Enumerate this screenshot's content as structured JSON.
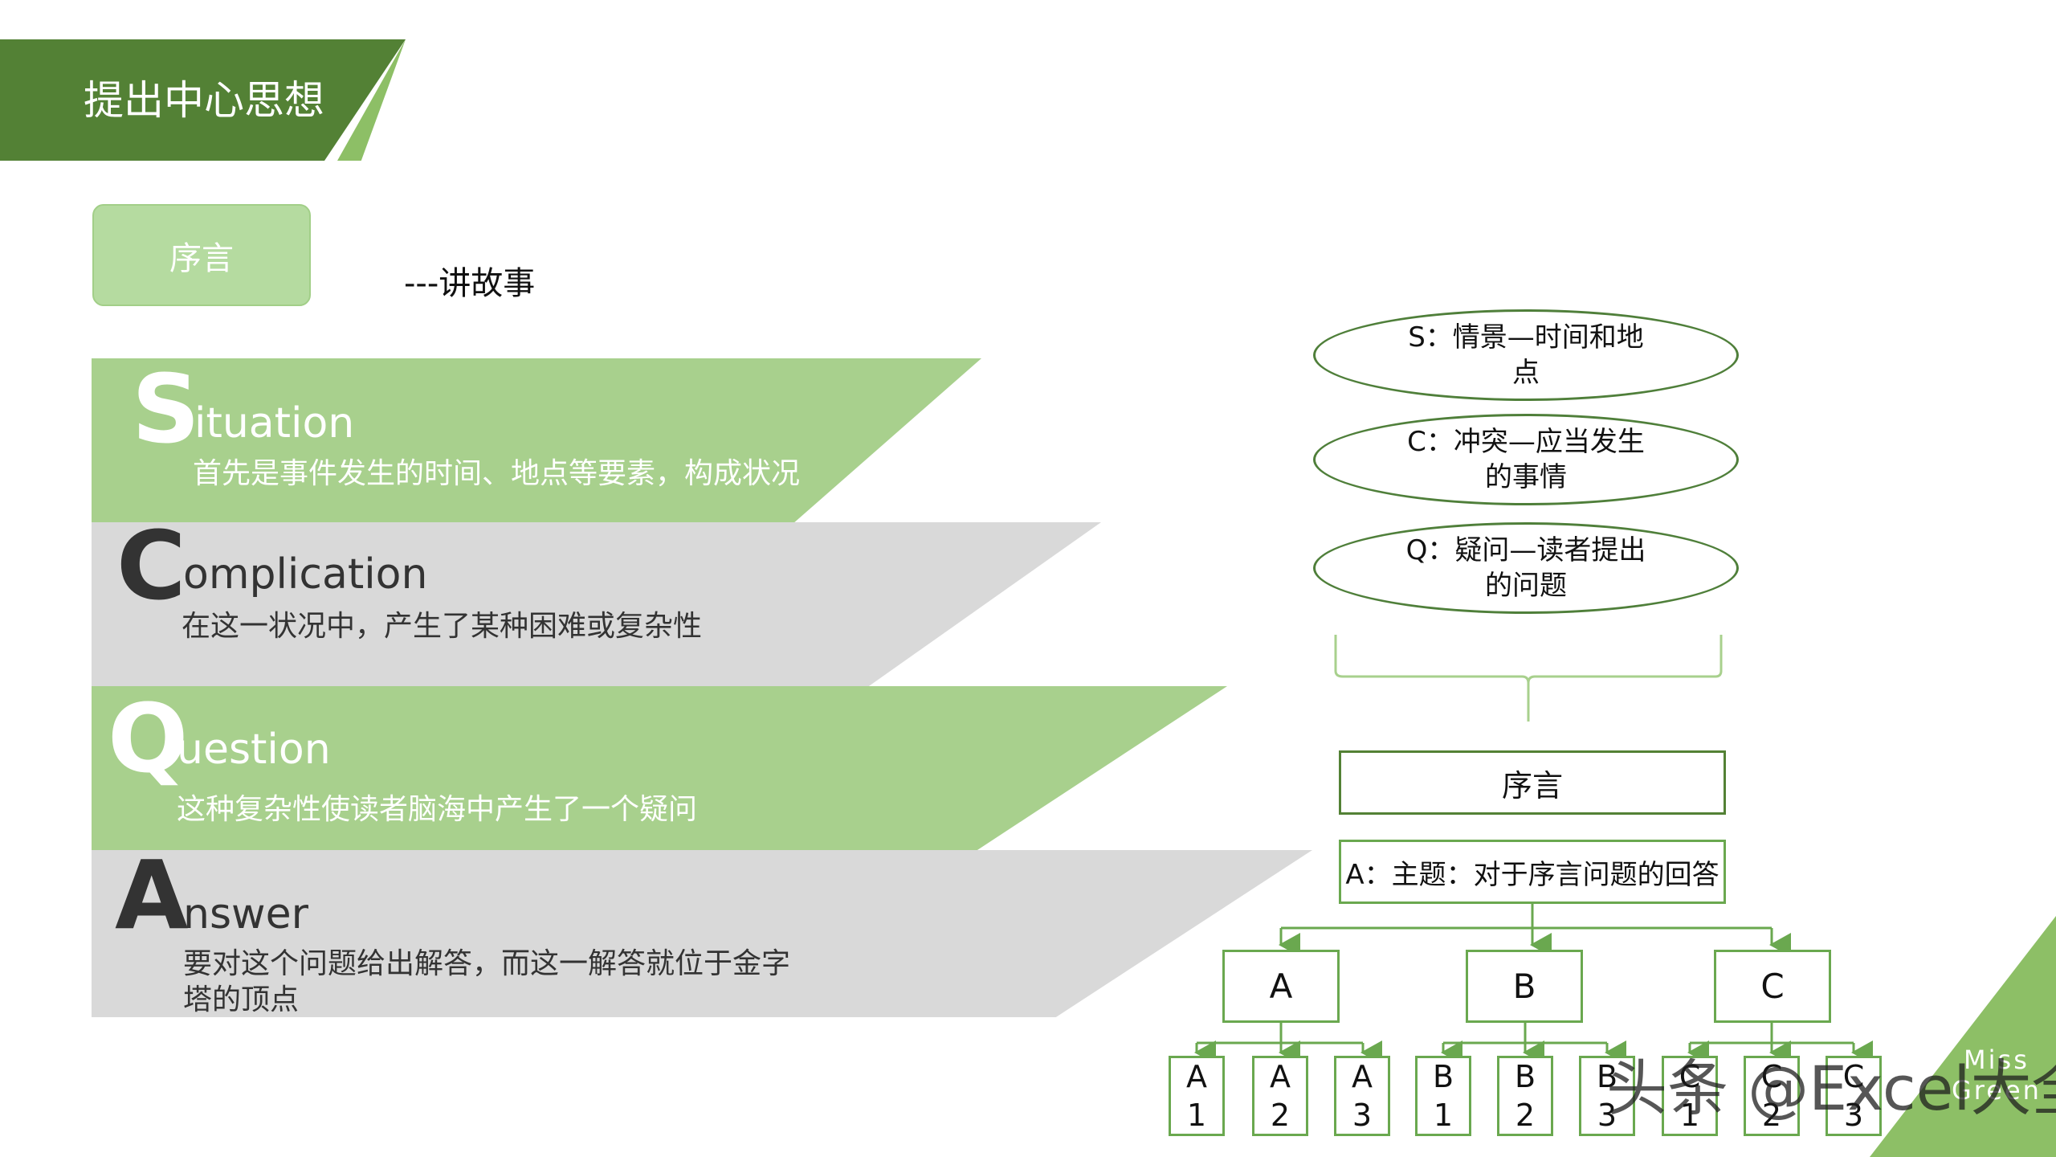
{
  "title": "提出中心思想",
  "preface_label": "序言",
  "subtitle": "---讲故事",
  "scqa": [
    {
      "letter": "S",
      "rest": "ituation",
      "desc": "首先是事件发生的时间、地点等要素，构成状况"
    },
    {
      "letter": "C",
      "rest": "omplication",
      "desc": "在这一状况中，产生了某种困难或复杂性"
    },
    {
      "letter": "Q",
      "rest": "uestion",
      "desc": "这种复杂性使读者脑海中产生了一个疑问"
    },
    {
      "letter": "A",
      "rest": "nswer",
      "desc_line1": "要对这个问题给出解答，而这一解答就位于金字",
      "desc_line2": "塔的顶点"
    }
  ],
  "ovals": [
    {
      "line1": "S：情景—时间和地",
      "line2": "点"
    },
    {
      "line1": "C：冲突—应当发生",
      "line2": "的事情"
    },
    {
      "line1": "Q：疑问—读者提出",
      "line2": "的问题"
    }
  ],
  "tree": {
    "preface": "序言",
    "theme": "A：主题：对于序言问题的回答",
    "level1": [
      "A",
      "B",
      "C"
    ],
    "level2": [
      {
        "l1": "A",
        "l2": "1"
      },
      {
        "l1": "A",
        "l2": "2"
      },
      {
        "l1": "A",
        "l2": "3"
      },
      {
        "l1": "B",
        "l2": "1"
      },
      {
        "l1": "B",
        "l2": "2"
      },
      {
        "l1": "B",
        "l2": "3"
      },
      {
        "l1": "C",
        "l2": "1"
      },
      {
        "l1": "C",
        "l2": "2"
      },
      {
        "l1": "C",
        "l2": "3"
      }
    ]
  },
  "watermark": "头条 @Excel大全",
  "corner_text": {
    "line1": "Miss",
    "line2": "Green"
  },
  "colors": {
    "dark_green": "#538135",
    "light_green": "#a8d08d",
    "gray": "#d9d9d9",
    "box_border": "#6aa84f"
  }
}
